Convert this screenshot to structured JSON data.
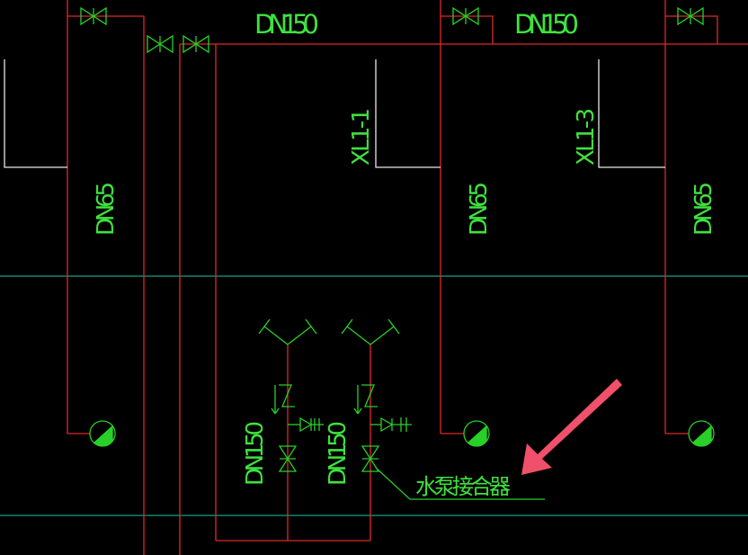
{
  "drawing": {
    "colors": {
      "background": "#000000",
      "pipe": "#e02828",
      "symbol": "#28d028",
      "label": "#3ee23e",
      "grid": "#1fc4a8",
      "arrow": "#f0506a"
    },
    "labels": {
      "main_pipe_left": "DN150",
      "main_pipe_right": "DN150",
      "riser_1": "DN65",
      "riser_2": "DN65",
      "riser_3": "DN65",
      "riser_id_1": "XL1-1",
      "riser_id_3": "XL1-3",
      "connector_pipe_1": "DN150",
      "connector_pipe_2": "DN150",
      "callout": "水泵接合器"
    },
    "icons": [
      "gate-valve-icon",
      "check-valve-icon",
      "safety-valve-icon",
      "siamese-connection-icon",
      "pressure-gauge-icon",
      "callout-arrow-icon"
    ]
  }
}
